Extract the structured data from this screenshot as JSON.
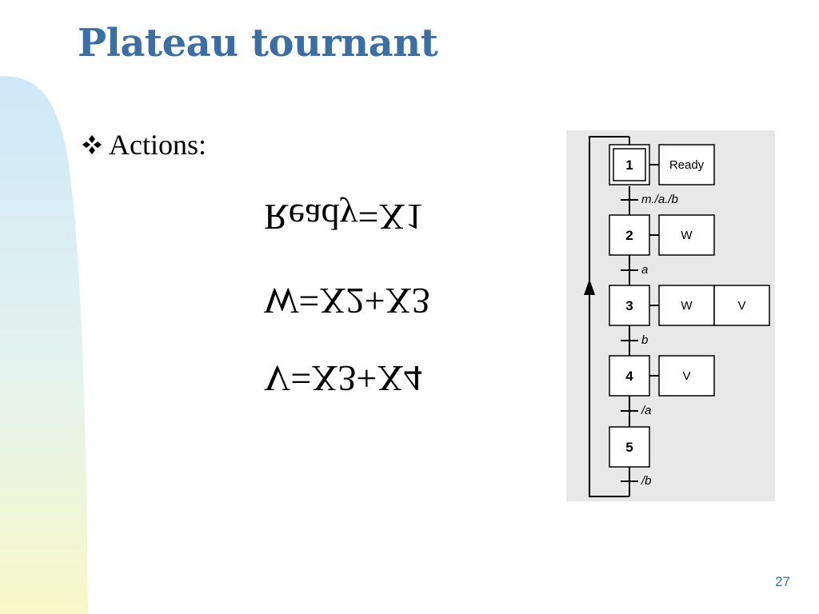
{
  "slide": {
    "title": "Plateau tournant",
    "bullet_label": "Actions:",
    "page_number": "27",
    "colors": {
      "title": "#3a6ea5",
      "band_top": "#cfe8f8",
      "band_bottom": "#f8f8c8",
      "diagram_bg": "#e8e8e8"
    }
  },
  "equations": [
    {
      "lhs": "Ready",
      "rhs": "X1"
    },
    {
      "lhs": "W",
      "rhs": "X2+X3"
    },
    {
      "lhs": "V",
      "rhs": "X3+X4"
    }
  ],
  "grafcet": {
    "steps": [
      {
        "id": "1",
        "initial": true,
        "actions": [
          "Ready"
        ]
      },
      {
        "id": "2",
        "initial": false,
        "actions": [
          "W"
        ]
      },
      {
        "id": "3",
        "initial": false,
        "actions": [
          "W",
          "V"
        ]
      },
      {
        "id": "4",
        "initial": false,
        "actions": [
          "V"
        ]
      },
      {
        "id": "5",
        "initial": false,
        "actions": []
      }
    ],
    "transitions": [
      "m./a./b",
      "a",
      "b",
      "/a",
      "/b"
    ]
  }
}
